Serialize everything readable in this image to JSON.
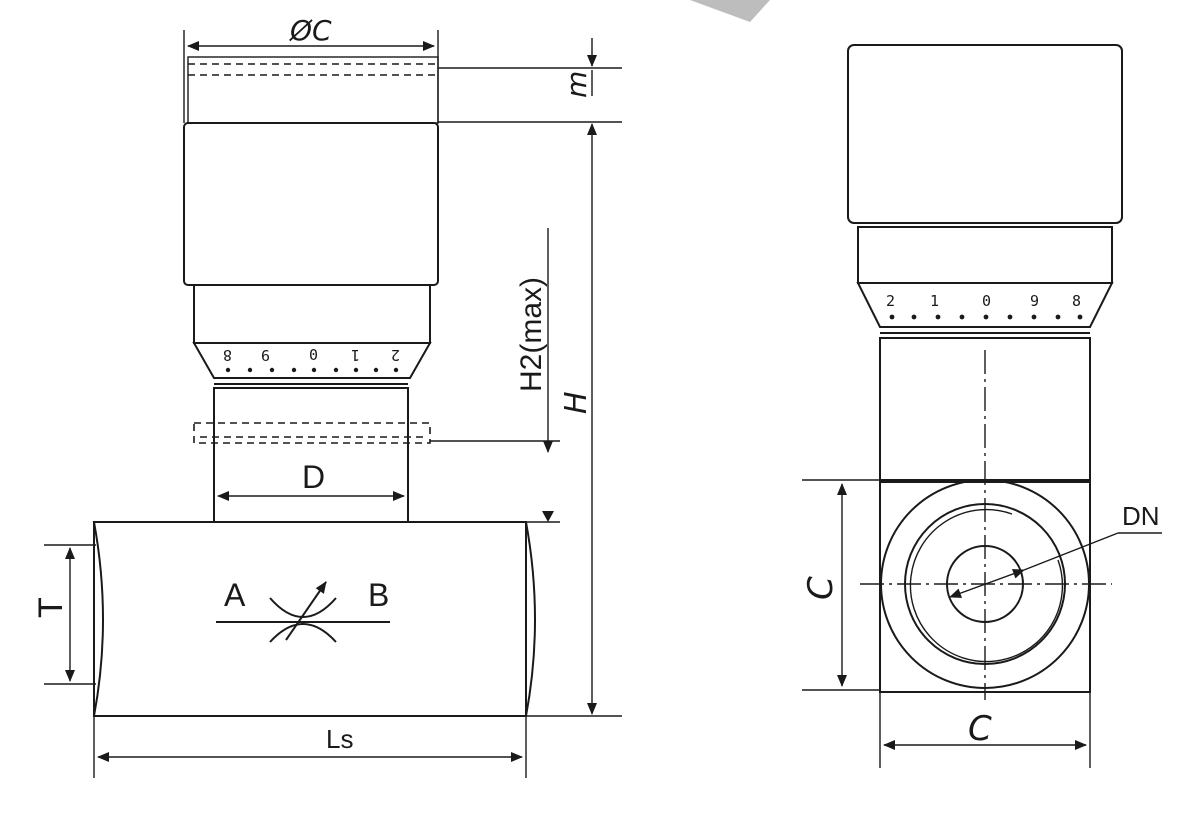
{
  "labels": {
    "diameter_c": "ØC",
    "m": "m",
    "h2_max": "H2(max)",
    "h": "H",
    "d": "D",
    "t": "T",
    "a": "A",
    "b": "B",
    "ls": "Ls",
    "dn": "DN",
    "c_vertical": "C",
    "c_horizontal": "C"
  },
  "scale_right": [
    "2",
    "1",
    "0",
    "9",
    "8"
  ],
  "scale_left": [
    "8",
    "9",
    "0",
    "1",
    "2"
  ],
  "colors": {
    "ink": "#1a1a1a",
    "background": "#ffffff"
  }
}
